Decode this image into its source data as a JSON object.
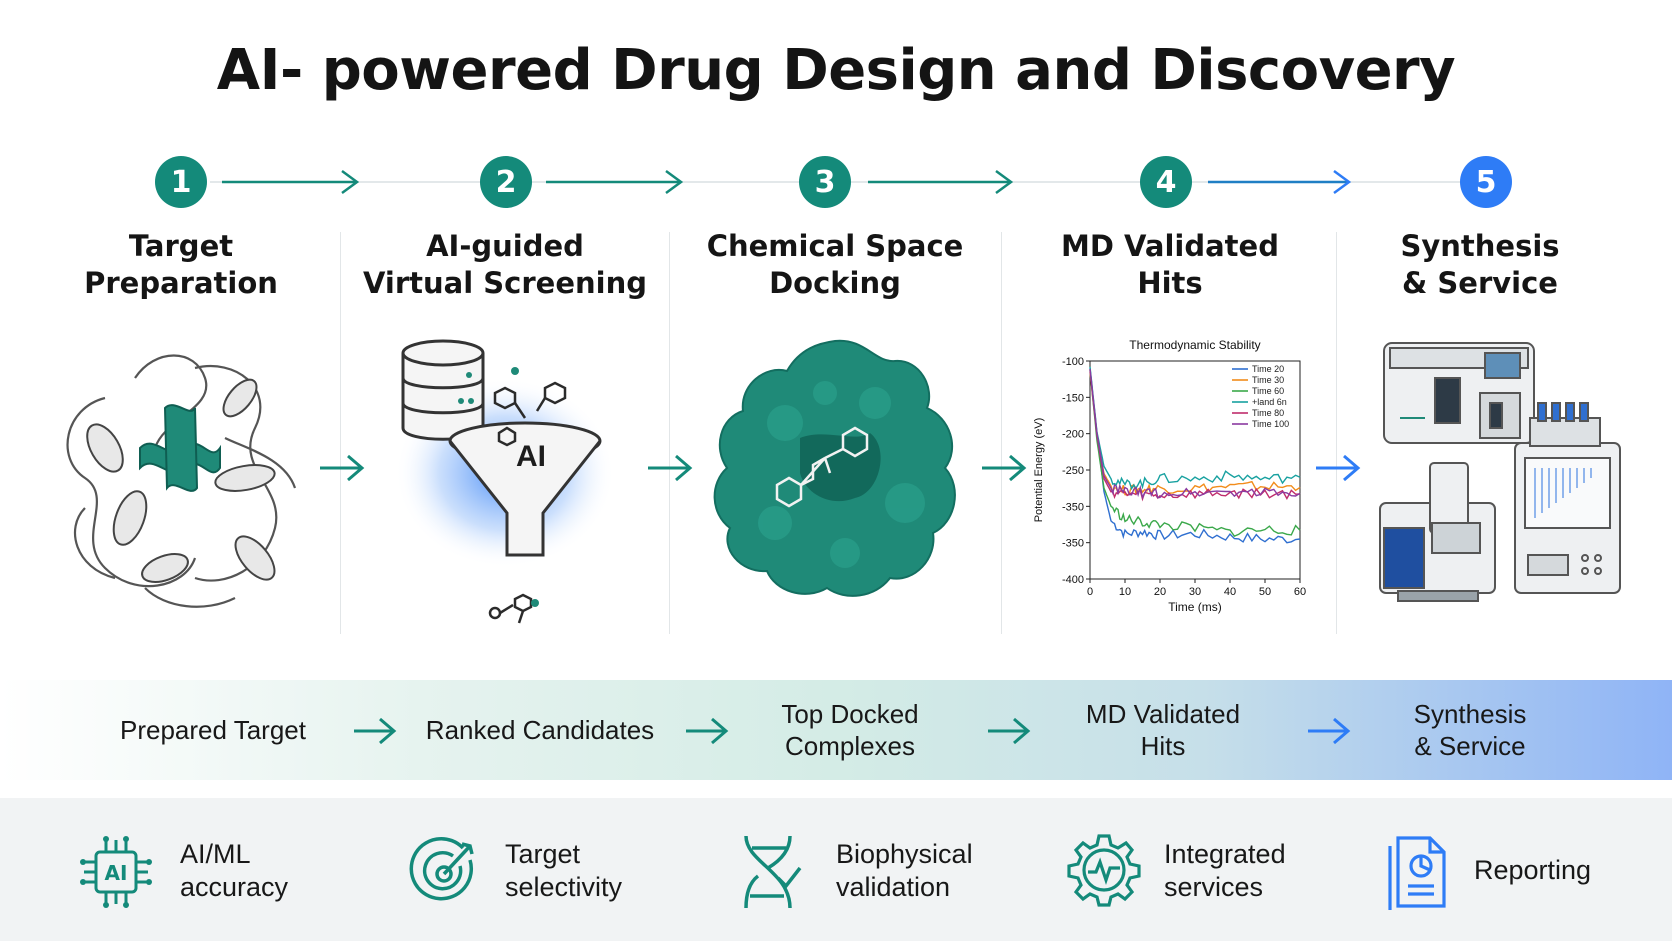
{
  "title": "AI- powered Drug Design and Discovery",
  "steps": [
    {
      "number": "1",
      "title_line1": "Target",
      "title_line2": "Preparation"
    },
    {
      "number": "2",
      "title_line1": "AI-guided",
      "title_line2": "Virtual Screening"
    },
    {
      "number": "3",
      "title_line1": "Chemical Space",
      "title_line2": "Docking"
    },
    {
      "number": "4",
      "title_line1": "MD Validated",
      "title_line2": "Hits"
    },
    {
      "number": "5",
      "title_line1": "Synthesis",
      "title_line2": "& Service"
    }
  ],
  "funnel_label": "AI",
  "chart_data": {
    "type": "line",
    "title": "Thermodynamic Stability",
    "xlabel": "Time (ms)",
    "ylabel": "Potential Energy (eV)",
    "xlim": [
      0,
      60
    ],
    "ylim": [
      -400,
      -100
    ],
    "x_ticks": [
      "0",
      "10",
      "20",
      "30",
      "40",
      "50",
      "60"
    ],
    "y_ticks": [
      "-100",
      "-150",
      "-200",
      "-250",
      "-350",
      "-350",
      "-400"
    ],
    "legend_position": "top-right",
    "x": [
      0,
      2,
      4,
      6,
      10,
      15,
      20,
      30,
      40,
      50,
      60
    ],
    "series": [
      {
        "name": "Time 20",
        "color": "#2f6fd0",
        "values": [
          -110,
          -200,
          -280,
          -320,
          -338,
          -335,
          -340,
          -338,
          -342,
          -345,
          -345
        ]
      },
      {
        "name": "Time 30",
        "color": "#f28c1a",
        "values": [
          -115,
          -205,
          -255,
          -272,
          -278,
          -276,
          -275,
          -275,
          -273,
          -272,
          -274
        ]
      },
      {
        "name": "Time 60",
        "color": "#3aa84a",
        "values": [
          -112,
          -210,
          -275,
          -300,
          -318,
          -322,
          -325,
          -330,
          -335,
          -332,
          -333
        ]
      },
      {
        "name": "+land 6n",
        "color": "#18a1a0",
        "values": [
          -108,
          -198,
          -245,
          -262,
          -270,
          -268,
          -262,
          -262,
          -258,
          -262,
          -260
        ]
      },
      {
        "name": "Time 80",
        "color": "#c02c6c",
        "values": [
          -113,
          -203,
          -262,
          -280,
          -283,
          -284,
          -285,
          -283,
          -282,
          -282,
          -283
        ]
      },
      {
        "name": "Time 100",
        "color": "#8a3aa0",
        "values": [
          -111,
          -200,
          -258,
          -275,
          -280,
          -281,
          -282,
          -281,
          -280,
          -281,
          -282
        ]
      }
    ]
  },
  "outputs": [
    {
      "line1": "Prepared Target",
      "line2": ""
    },
    {
      "line1": "Ranked Candidates",
      "line2": ""
    },
    {
      "line1": "Top Docked",
      "line2": "Complexes"
    },
    {
      "line1": "MD Validated",
      "line2": "Hits"
    },
    {
      "line1": "Synthesis",
      "line2": "& Service"
    }
  ],
  "features": [
    {
      "line1": "AI/ML",
      "line2": "accuracy",
      "icon": "ai-chip-icon"
    },
    {
      "line1": "Target",
      "line2": "selectivity",
      "icon": "target-icon"
    },
    {
      "line1": "Biophysical",
      "line2": "validation",
      "icon": "dna-icon"
    },
    {
      "line1": "Integrated",
      "line2": "services",
      "icon": "gear-pulse-icon"
    },
    {
      "line1": "Reporting",
      "line2": "",
      "icon": "report-icon"
    }
  ],
  "ai_chip_label": "AI",
  "colors": {
    "teal": "#148a7a",
    "blue": "#2e7cf6",
    "protein": "#1f8a78"
  }
}
